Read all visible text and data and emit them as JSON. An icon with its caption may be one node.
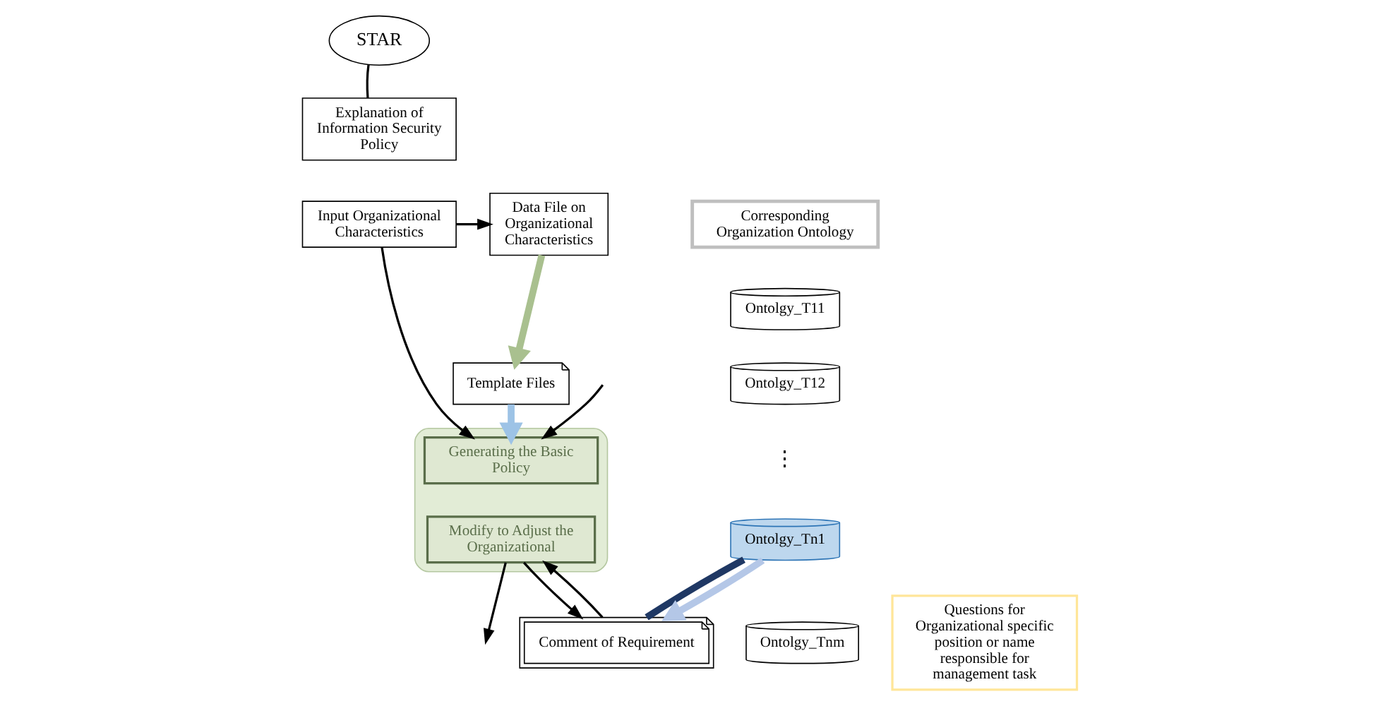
{
  "diagram": {
    "nodes": [
      {
        "text": [
          "STAR"
        ]
      },
      {
        "text": [
          "Explanation of Information Security Policy"
        ]
      },
      {
        "text": [
          "Input Organizational Characteristics"
        ]
      },
      {
        "text": [
          "Data File on Organizational Characteristics"
        ]
      },
      {
        "text": [
          "Corresponding Organization Ontology"
        ]
      },
      {
        "text": [
          "Ontolgy_T11"
        ]
      },
      {
        "text": [
          "Ontolgy_T12"
        ]
      },
      {
        "text": [
          "Ontolgy_Tn1"
        ]
      },
      {
        "text": [
          "Ontolgy_Tnm"
        ]
      },
      {
        "text": [
          "Template Files"
        ]
      },
      {
        "text": [],
        "shape": "box"
      },
      {
        "text": [
          "Generating the Basic Policy"
        ],
        "in": 10
      },
      {
        "text": [
          "Modify to Adjust the Organizational"
        ],
        "in": 10
      },
      {
        "text": [
          "Comment of Requirement"
        ]
      },
      {
        "text": [
          "Questions for Organizational specific position or name responsible for management task"
        ]
      }
    ],
    "edges": [
      {
        "from": 0,
        "to": 1,
        "arrow": "none"
      },
      {
        "from": 2,
        "to": 3,
        "arrow": "to"
      },
      {
        "from": 3,
        "to": 9,
        "arrow": "to",
        "style": "thick",
        "color": "#a9c08f"
      },
      {
        "from": 9,
        "to": 11,
        "arrow": "to",
        "style": "thick",
        "color": "#9dc3e6"
      },
      {
        "from": 2,
        "to": 11,
        "arrow": "to"
      },
      {
        "from": null,
        "to": 11,
        "arrow": "to"
      },
      {
        "from": 7,
        "to": 13,
        "arrow": "none",
        "style": "thick",
        "color": "#1f3864"
      },
      {
        "from": 7,
        "to": 13,
        "arrow": "to",
        "style": "thick",
        "color": "#b4c7e7"
      },
      {
        "from": 13,
        "to": 12,
        "arrow": "to"
      },
      {
        "from": 12,
        "to": 13,
        "arrow": "to"
      },
      {
        "from": 12,
        "to": null,
        "arrow": "to"
      }
    ],
    "labels": [
      "⋮"
    ]
  }
}
